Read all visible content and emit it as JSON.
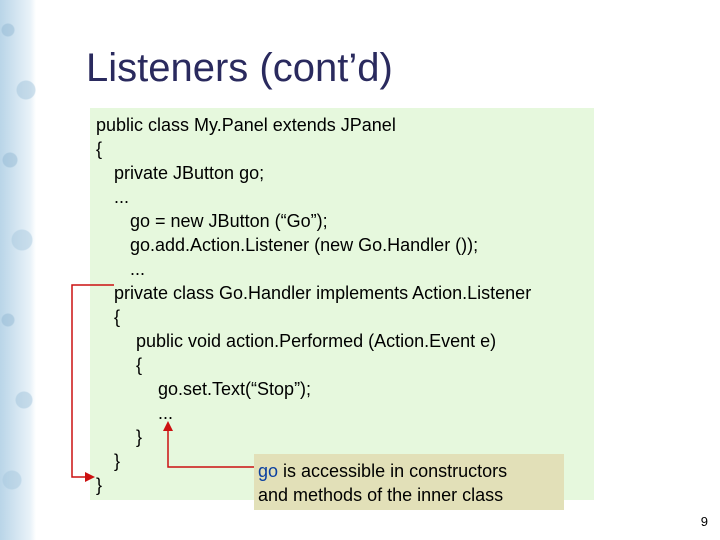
{
  "slide": {
    "title": "Listeners (cont’d)",
    "page_number": "9"
  },
  "code": {
    "lines": [
      "public class My.Panel extends JPanel",
      "{",
      "private JButton go;",
      "...",
      "go = new JButton (“Go”);",
      "go.add.Action.Listener (new Go.Handler ());",
      "...",
      "private class Go.Handler implements Action.Listener",
      "{",
      "public void action.Performed (Action.Event e)",
      "{",
      "go.set.Text(“Stop”);",
      "...",
      "}",
      "}",
      "}"
    ]
  },
  "callout": {
    "keyword": "go",
    "text_line1": " is accessible in constructors",
    "text_line2": "and methods of the inner class"
  },
  "colors": {
    "title": "#2a2a5e",
    "code_background": "#e6f8dd",
    "callout_background": "#e2e0b8",
    "arrow": "#cc1111",
    "keyword_highlight": "#0a3fa0"
  }
}
